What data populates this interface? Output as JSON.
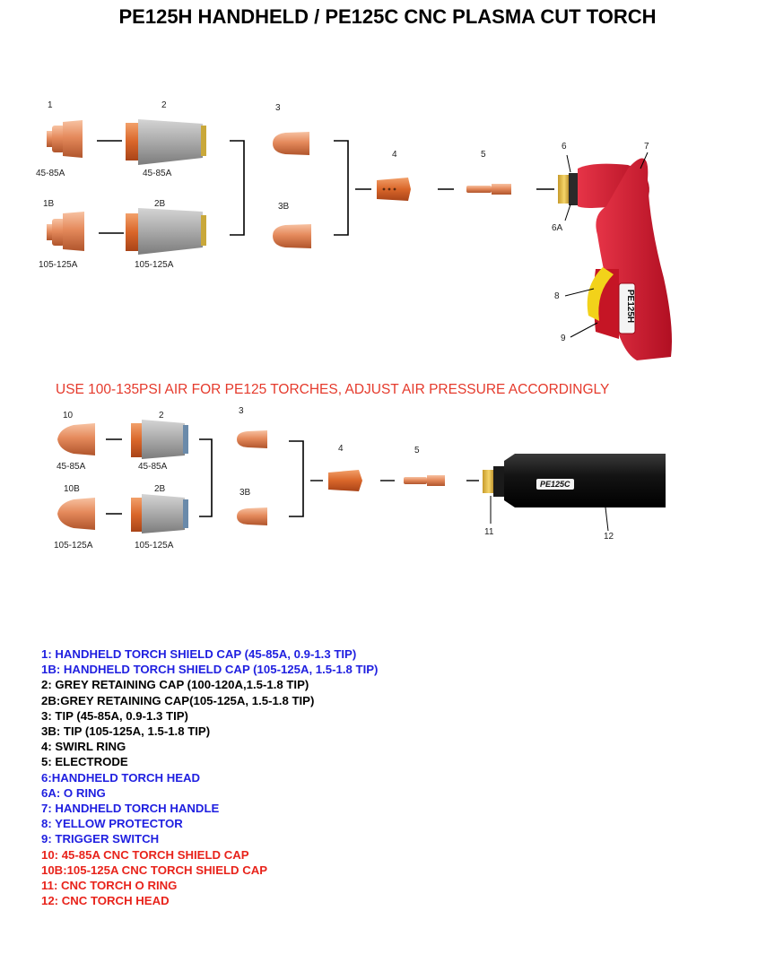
{
  "title": "PE125H HANDHELD / PE125C CNC PLASMA CUT TORCH",
  "notice": "USE 100-135PSI AIR FOR PE125 TORCHES, ADJUST AIR PRESSURE ACCORDINGLY",
  "colors": {
    "copper": "#e58a5c",
    "copper_dark": "#b85a30",
    "grey_cap": "#a9a9a9",
    "torch_red": "#d8182c",
    "yellow": "#f2d21a",
    "cnc_black": "#141414",
    "legend_blue": "#1f1fe0",
    "legend_red": "#e8231b"
  },
  "handheld": {
    "labels": {
      "p1": "1",
      "p1b": "1B",
      "p2": "2",
      "p2b": "2B",
      "p3": "3",
      "p3b": "3B",
      "p4": "4",
      "p5": "5",
      "p6": "6",
      "p6a": "6A",
      "p7": "7",
      "p8": "8",
      "p9": "9"
    },
    "amps": {
      "a1": "45-85A",
      "a1b": "105-125A",
      "a2": "45-85A",
      "a2b": "105-125A"
    },
    "torch_marking": "PE125H"
  },
  "cnc": {
    "labels": {
      "p10": "10",
      "p10b": "10B",
      "p2": "2",
      "p2b": "2B",
      "p3": "3",
      "p3b": "3B",
      "p4": "4",
      "p5": "5",
      "p11": "11",
      "p12": "12"
    },
    "amps": {
      "a10": "45-85A",
      "a10b": "105-125A",
      "a2": "45-85A",
      "a2b": "105-125A"
    },
    "torch_marking": "PE125C"
  },
  "legend": [
    {
      "text": "1: HANDHELD TORCH SHIELD CAP (45-85A, 0.9-1.3 TIP)",
      "color": "blue"
    },
    {
      "text": "1B: HANDHELD TORCH SHIELD CAP (105-125A, 1.5-1.8 TIP)",
      "color": "blue"
    },
    {
      "text": "2: GREY RETAINING CAP (100-120A,1.5-1.8 TIP)",
      "color": "black"
    },
    {
      "text": "2B:GREY RETAINING CAP(105-125A, 1.5-1.8 TIP)",
      "color": "black"
    },
    {
      "text": "3: TIP (45-85A, 0.9-1.3 TIP)",
      "color": "black"
    },
    {
      "text": "3B: TIP (105-125A, 1.5-1.8 TIP)",
      "color": "black"
    },
    {
      "text": "4: SWIRL RING",
      "color": "black"
    },
    {
      "text": "5: ELECTRODE",
      "color": "black"
    },
    {
      "text": "6:HANDHELD TORCH HEAD",
      "color": "blue"
    },
    {
      "text": "6A: O RING",
      "color": "blue"
    },
    {
      "text": "7: HANDHELD TORCH HANDLE",
      "color": "blue"
    },
    {
      "text": "8: YELLOW PROTECTOR",
      "color": "blue"
    },
    {
      "text": "9: TRIGGER SWITCH",
      "color": "blue"
    },
    {
      "text": "10: 45-85A CNC TORCH SHIELD CAP",
      "color": "red"
    },
    {
      "text": "10B:105-125A CNC TORCH SHIELD CAP",
      "color": "red"
    },
    {
      "text": "11: CNC TORCH O RING",
      "color": "red"
    },
    {
      "text": "12: CNC TORCH HEAD",
      "color": "red"
    }
  ]
}
